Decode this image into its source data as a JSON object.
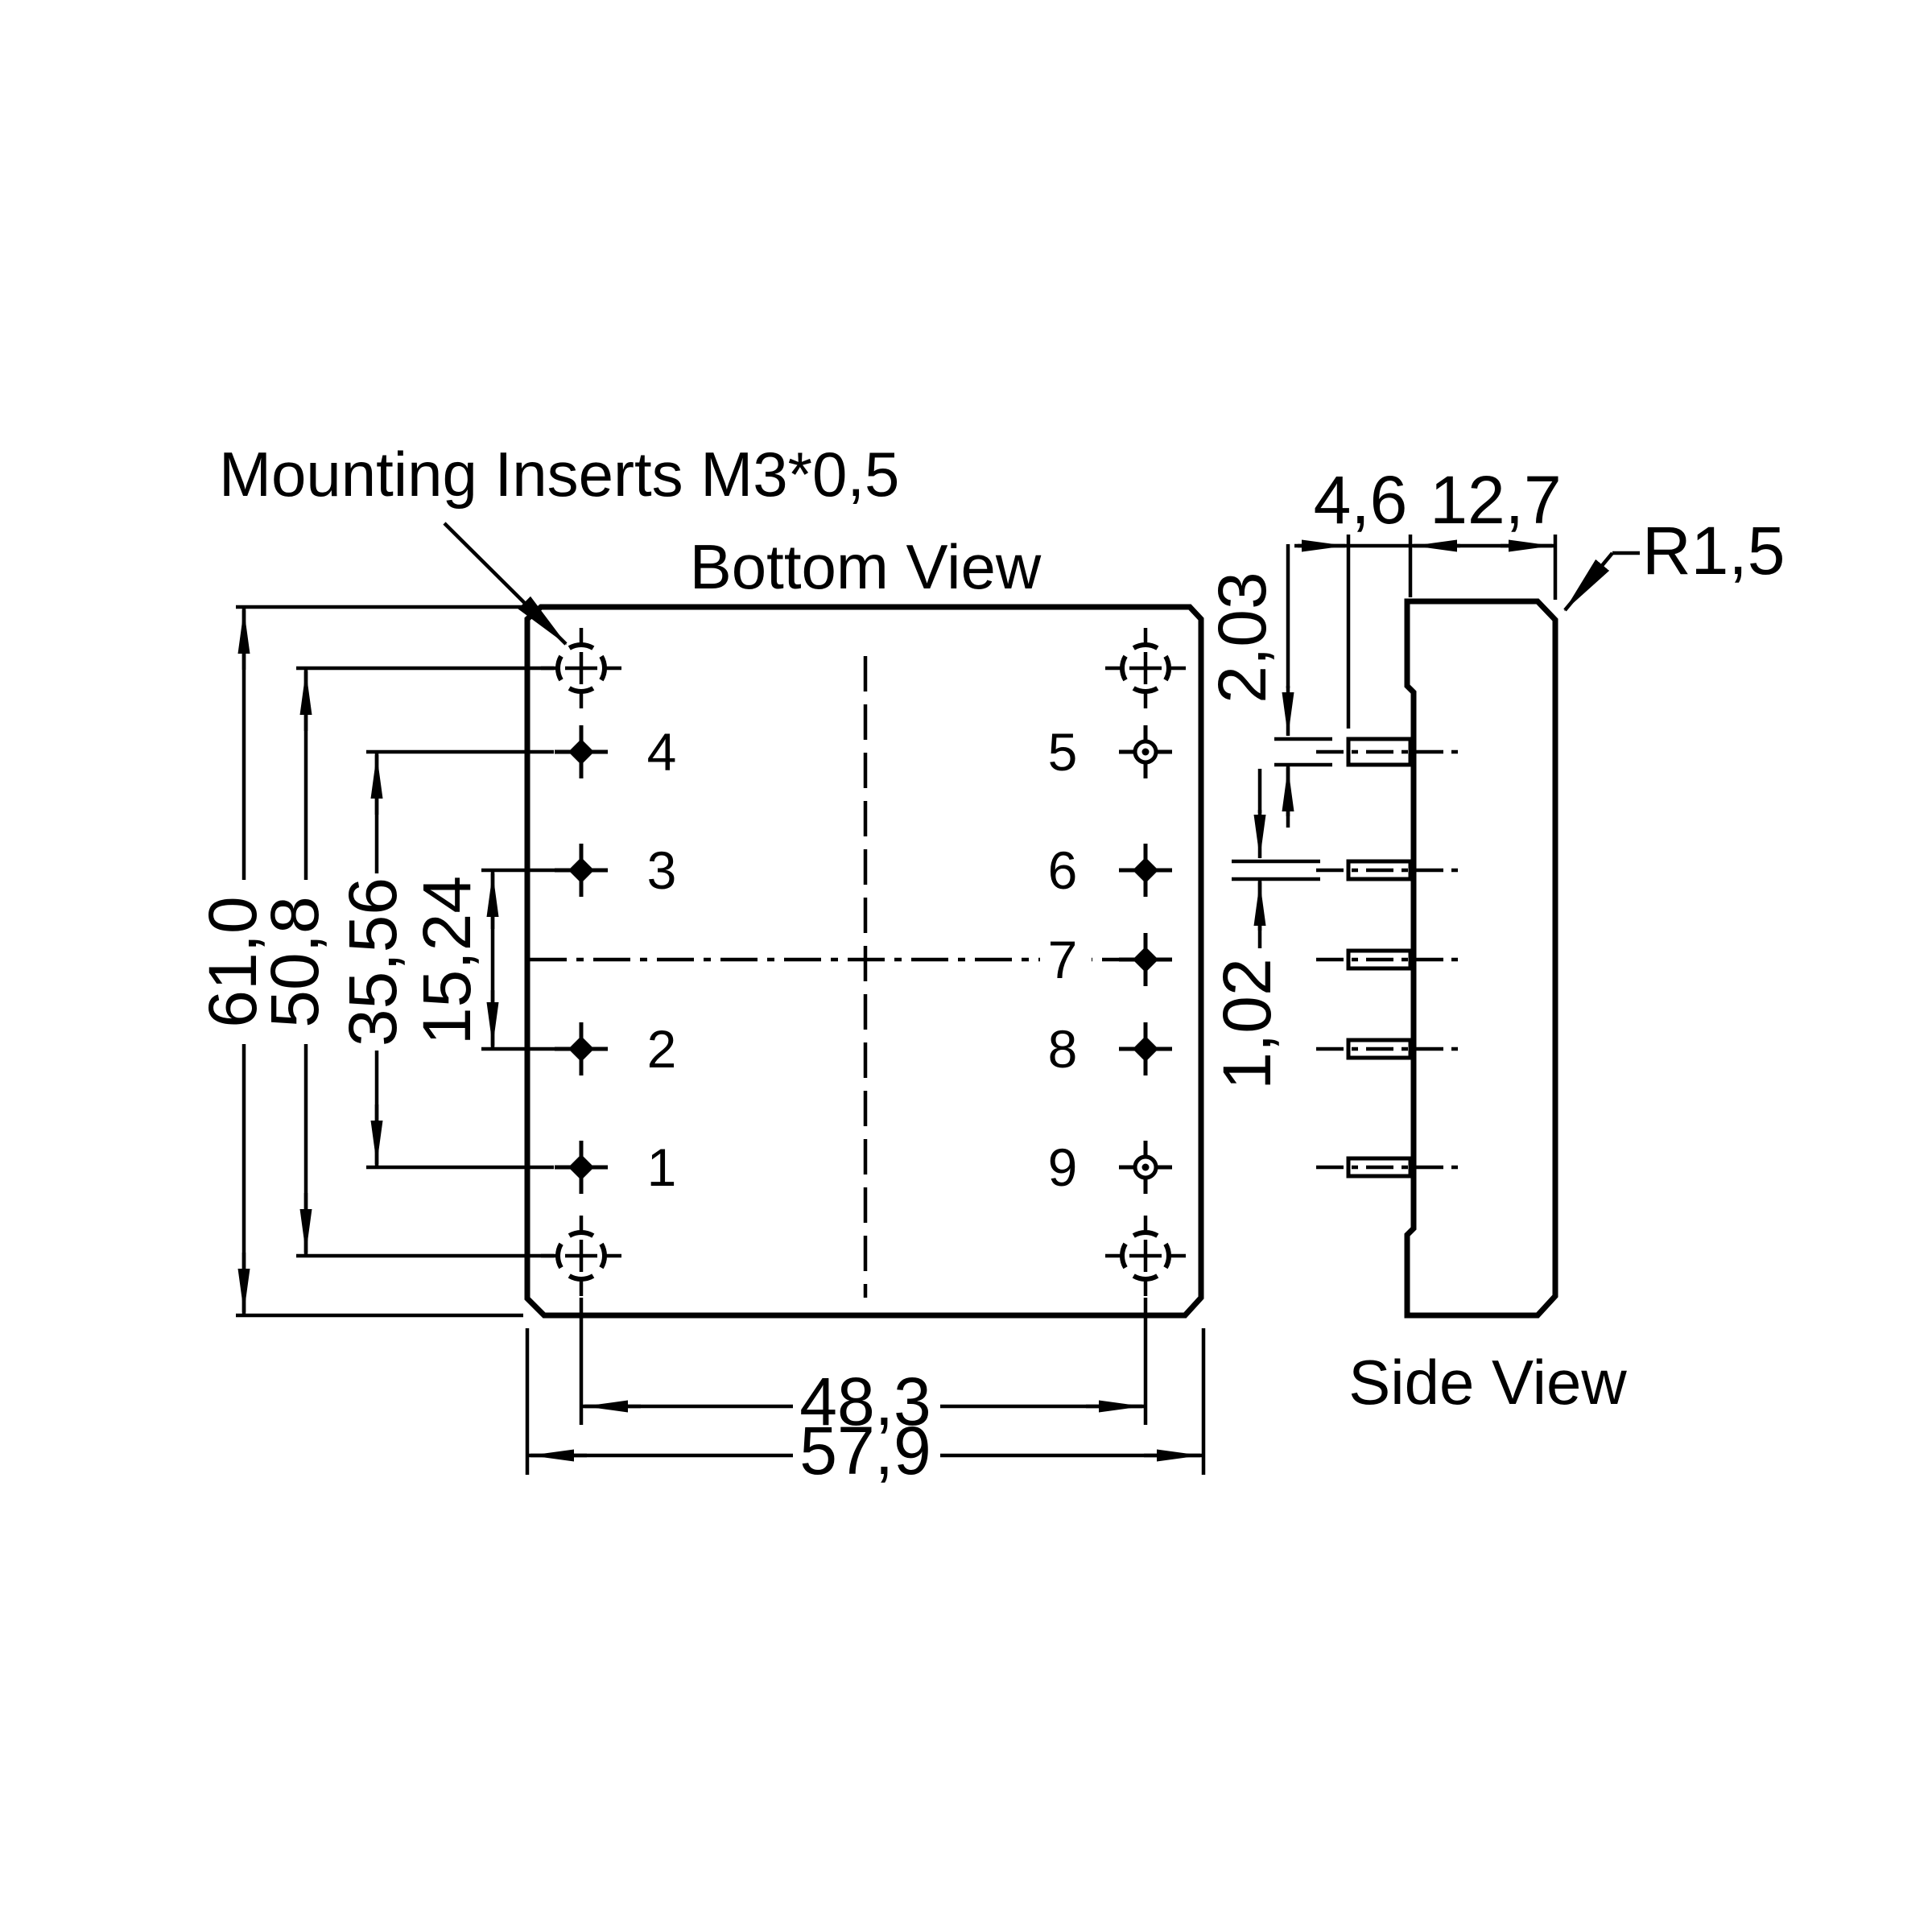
{
  "drawing": {
    "annotations": {
      "mounting_note": "Mounting Inserts M3*0,5",
      "bottom_view_title": "Bottom View",
      "side_view_title": "Side View"
    },
    "bottom_view": {
      "pin_labels": [
        "4",
        "3",
        "2",
        "1",
        "5",
        "6",
        "7",
        "8",
        "9"
      ],
      "dimensions": {
        "overall_height": "61,0",
        "insert_spacing_vertical": "50,8",
        "pin_row_span": "35,56",
        "pin_row_pitch": "15,24",
        "insert_spacing_horizontal": "48,3",
        "overall_width": "57,9"
      }
    },
    "side_view": {
      "dimensions": {
        "pin_protrusion": "4,6",
        "case_depth": "12,7",
        "corner_radius": "R1,5",
        "pin_size_large": "2,03",
        "pin_size_small": "1,02"
      }
    }
  }
}
